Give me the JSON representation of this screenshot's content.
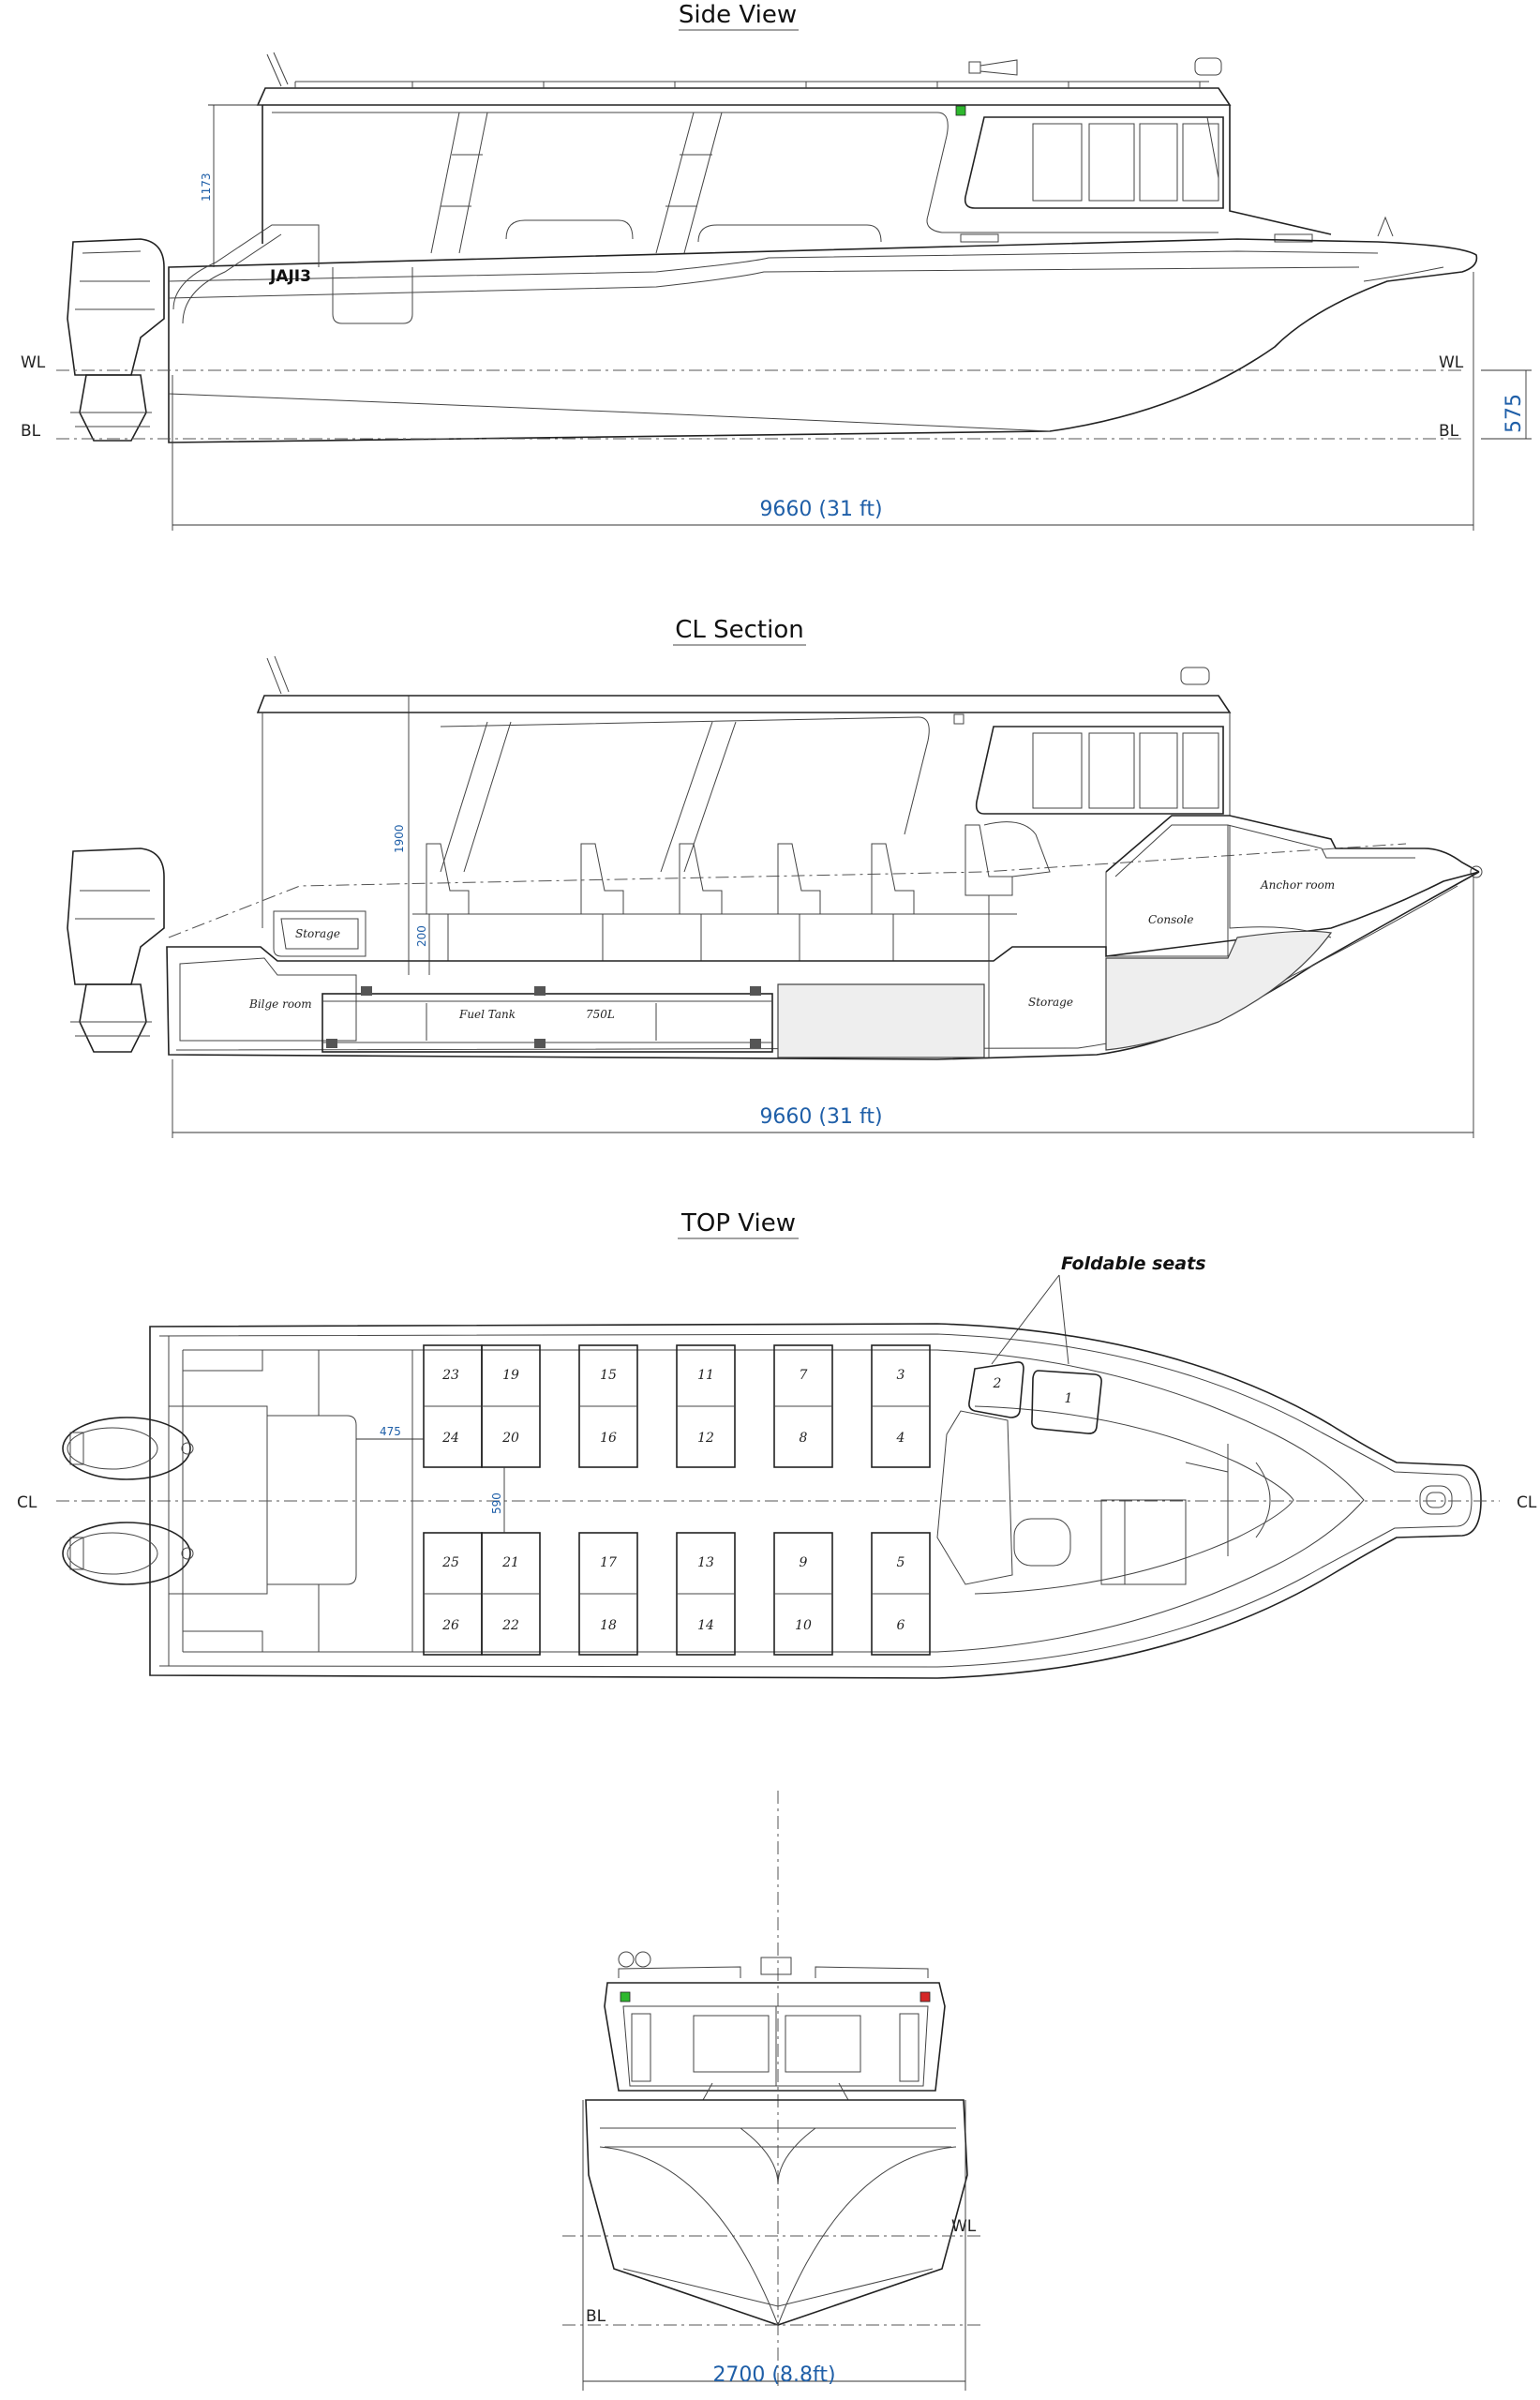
{
  "side_view": {
    "title": "Side View",
    "registration": "JAJI3",
    "wl_label": "WL",
    "bl_label": "BL",
    "dim_length": "9660 (31 ft)",
    "dim_height": "1173",
    "dim_draft": "575"
  },
  "cl_section": {
    "title": "CL Section",
    "dim_length": "9660 (31 ft)",
    "dim_height": "1900",
    "dim_floor": "200",
    "labels": {
      "storage_aft": "Storage",
      "bilge_room": "Bilge room",
      "fuel_tank": "Fuel Tank",
      "fuel_capacity": "750L",
      "storage_fwd": "Storage",
      "console": "Console",
      "anchor_room": "Anchor room"
    }
  },
  "top_view": {
    "title": "TOP View",
    "cl_label": "CL",
    "foldable_seats": "Foldable seats",
    "dim_aisle": "475",
    "dim_spacing": "590",
    "seats": {
      "s1": "1",
      "s2": "2",
      "s3": "3",
      "s4": "4",
      "s5": "5",
      "s6": "6",
      "s7": "7",
      "s8": "8",
      "s9": "9",
      "s10": "10",
      "s11": "11",
      "s12": "12",
      "s13": "13",
      "s14": "14",
      "s15": "15",
      "s16": "16",
      "s17": "17",
      "s18": "18",
      "s19": "19",
      "s20": "20",
      "s21": "21",
      "s22": "22",
      "s23": "23",
      "s24": "24",
      "s25": "25",
      "s26": "26"
    }
  },
  "front_view": {
    "wl_label": "WL",
    "bl_label": "BL",
    "dim_beam": "2700 (8.8ft)"
  },
  "colors": {
    "dimension_text": "#1f5fa8",
    "starboard_light": "#2eb82e",
    "port_light": "#d62828"
  }
}
